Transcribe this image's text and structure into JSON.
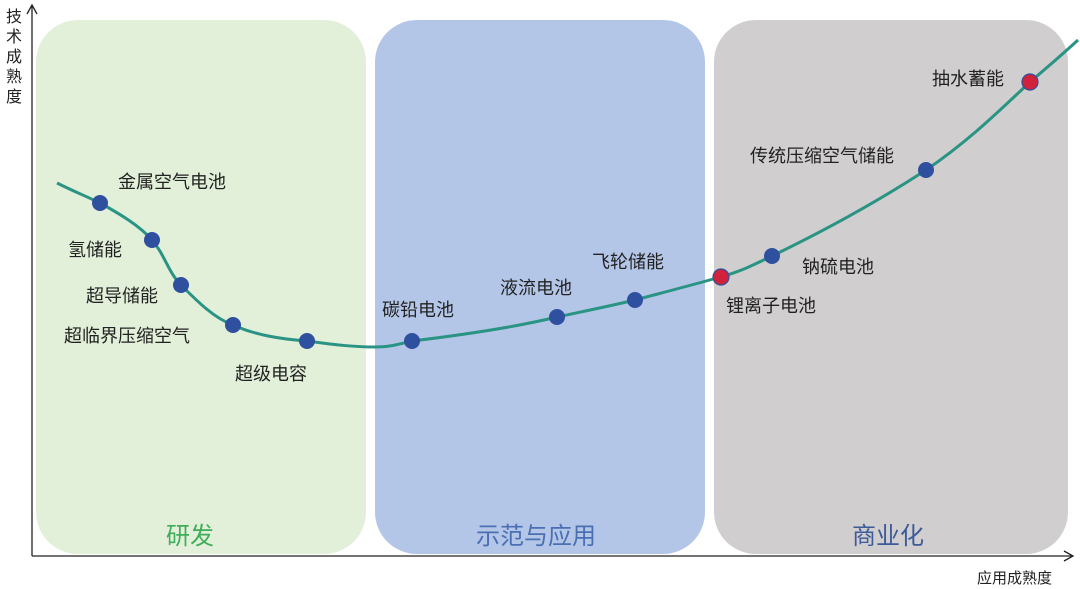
{
  "axes": {
    "y_label": [
      "技",
      "术",
      "成",
      "熟",
      "度"
    ],
    "x_label": "应用成熟度"
  },
  "zones": [
    {
      "label": "研发",
      "fill": "#e2efd9",
      "text_color": "#3fae5a"
    },
    {
      "label": "示范与应用",
      "fill": "#b4c6e7",
      "text_color": "#4a6fb3"
    },
    {
      "label": "商业化",
      "fill": "#d0cece",
      "text_color": "#3d5a9a"
    }
  ],
  "colors": {
    "curve": "#2a9484",
    "dot": "#2f4f9f",
    "highlight_dot": "#d0223a"
  },
  "technologies": [
    {
      "name": "金属空气电池",
      "highlight": false
    },
    {
      "name": "氢储能",
      "highlight": false
    },
    {
      "name": "超导储能",
      "highlight": false
    },
    {
      "name": "超临界压缩空气",
      "highlight": false
    },
    {
      "name": "超级电容",
      "highlight": false
    },
    {
      "name": "碳铅电池",
      "highlight": false
    },
    {
      "name": "液流电池",
      "highlight": false
    },
    {
      "name": "飞轮储能",
      "highlight": false
    },
    {
      "name": "锂离子电池",
      "highlight": true
    },
    {
      "name": "钠硫电池",
      "highlight": false
    },
    {
      "name": "传统压缩空气储能",
      "highlight": false
    },
    {
      "name": "抽水蓄能",
      "highlight": true
    }
  ]
}
